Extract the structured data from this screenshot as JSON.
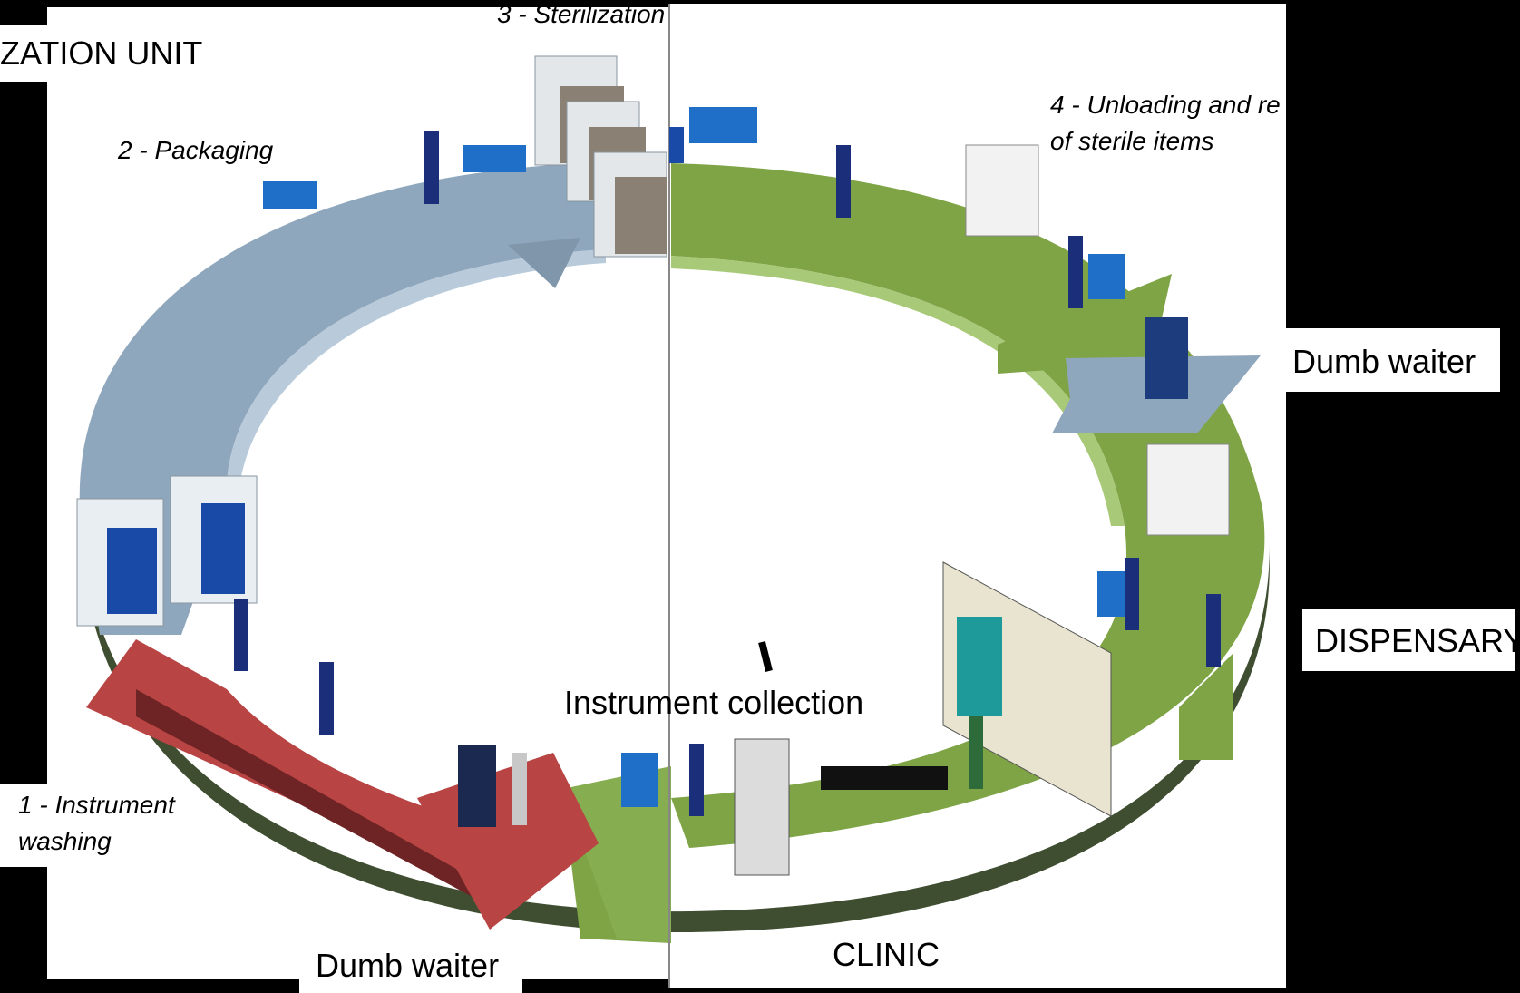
{
  "labels": {
    "unit": "ZATION UNIT",
    "step1_line1": "1 - Instrument",
    "step1_line2": "washing",
    "step2": "2 - Packaging",
    "step3": "3 - Sterilization",
    "step4_line1": "4 - Unloading and re",
    "step4_line2": "of sterile items",
    "dumb_waiter_right": "Dumb waiter",
    "dispensary": "DISPENSARY",
    "instrument_collection": "Instrument collection",
    "dumb_waiter_bottom": "Dumb waiter",
    "clinic": "CLINIC"
  },
  "colors": {
    "sterile_zone": "#8fa7bd",
    "clean_zone": "#7ea446",
    "dirty_zone": "#b84444",
    "background": "#000000",
    "panel": "#ffffff"
  }
}
